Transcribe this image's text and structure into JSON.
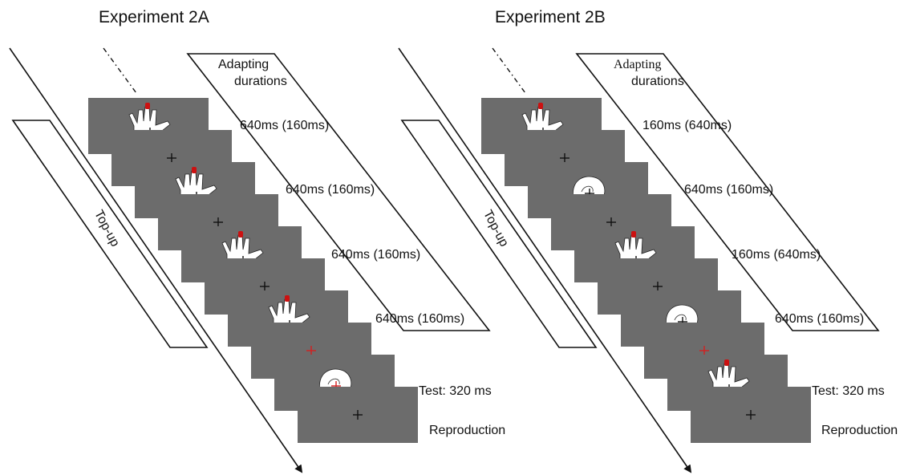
{
  "panels": [
    {
      "title": "Experiment 2A",
      "header": {
        "line1": "Adapting",
        "line2": "durations"
      },
      "topup_label": "Top-up",
      "durations": [
        "640ms (160ms)",
        "640ms (160ms)",
        "640ms (160ms)",
        "640ms (160ms)"
      ],
      "test_label": "Test: 320 ms",
      "reproduction_label": "Reproduction",
      "frames": [
        "hand",
        "cross",
        "hand",
        "cross",
        "hand",
        "cross",
        "hand",
        "red-cross",
        "fist",
        "cross"
      ]
    },
    {
      "title": "Experiment 2B",
      "header": {
        "line1": "Adapting",
        "line2": "durations"
      },
      "topup_label": "Top-up",
      "durations": [
        "160ms (640ms)",
        "640ms (160ms)",
        "160ms (640ms)",
        "640ms (160ms)"
      ],
      "test_label": "Test: 320 ms",
      "reproduction_label": "Reproduction",
      "frames": [
        "hand",
        "cross",
        "fist",
        "cross",
        "hand",
        "cross",
        "fist",
        "red-cross",
        "hand",
        "cross"
      ]
    }
  ],
  "colors": {
    "screen": "#6c6c6c",
    "stimulus": "#ffffff",
    "fingertip": "#cc1111",
    "cross": "#111111",
    "red_cross": "#d42020",
    "line": "#111111"
  },
  "icons": [
    "hand-icon",
    "fist-icon",
    "fixation-cross-icon",
    "arrow-icon"
  ]
}
